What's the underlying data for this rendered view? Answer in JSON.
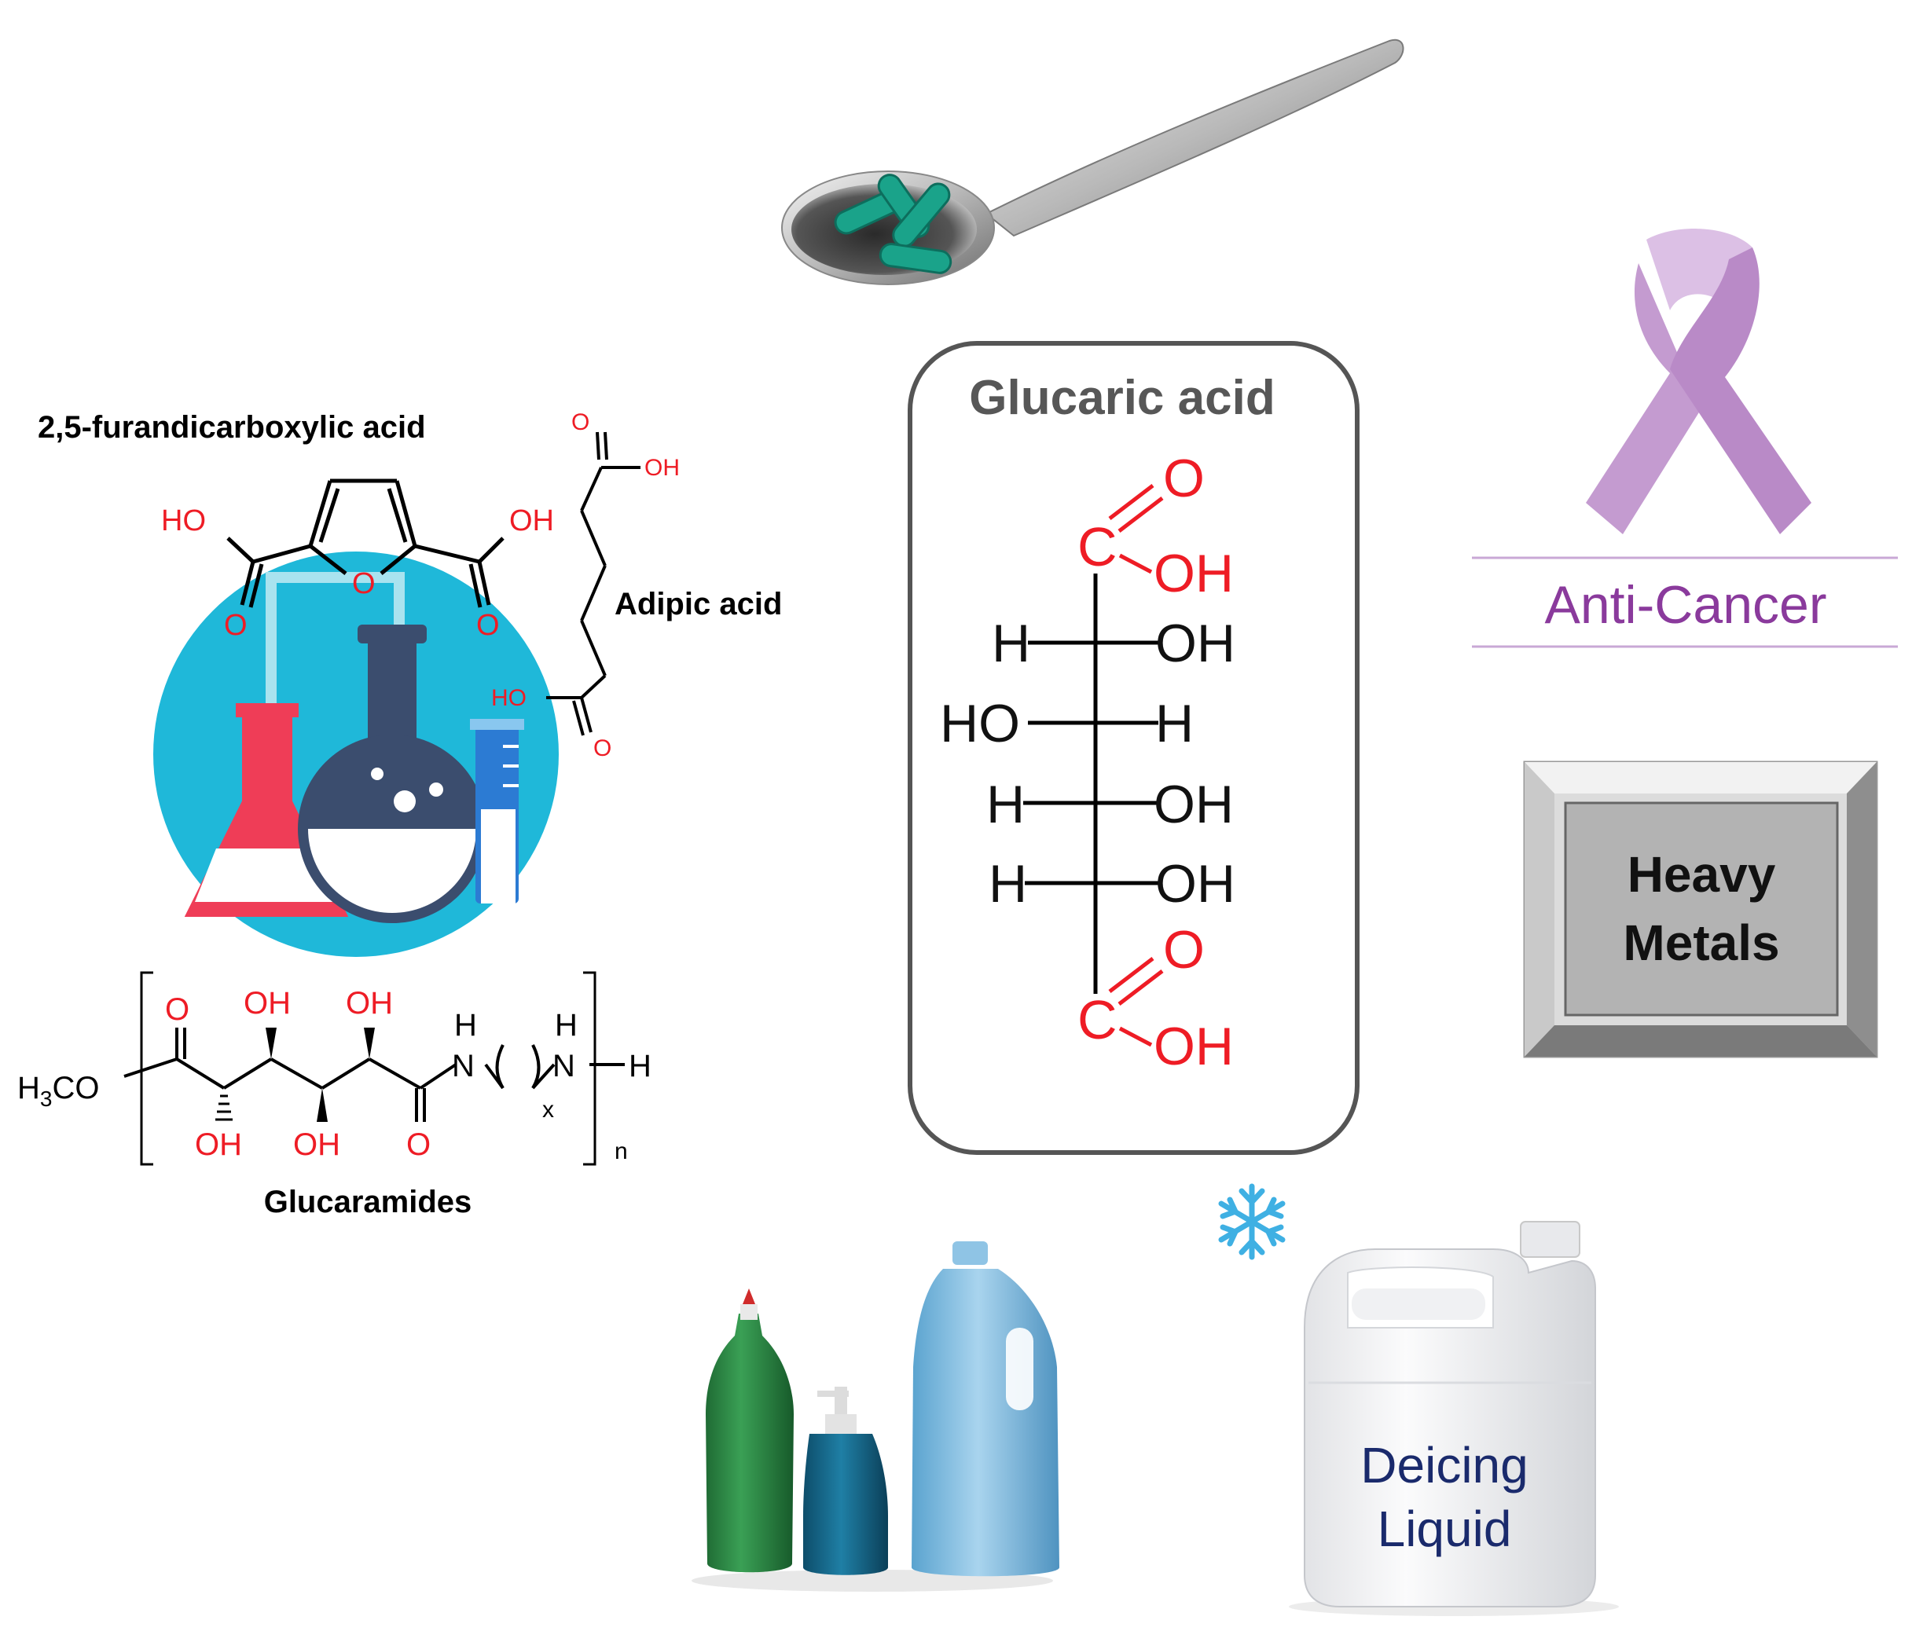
{
  "center": {
    "title": "Glucaric acid",
    "carbon_top": "C",
    "carbon_bottom": "C",
    "oxygen_top": "O",
    "oxygen_bottom": "O",
    "oh_top": "OH",
    "oh_bottom": "OH",
    "rows": [
      {
        "left": "H",
        "right": "OH"
      },
      {
        "left": "HO",
        "right": "H"
      },
      {
        "left": "H",
        "right": "OH"
      },
      {
        "left": "H",
        "right": "OH"
      }
    ]
  },
  "left_panel": {
    "fdca_label": "2,5-furandicarboxylic acid",
    "adipic_label": "Adipic acid",
    "glucaramides_label": "Glucaramides",
    "atoms": {
      "fdca_ho": "HO",
      "fdca_oh": "OH",
      "fdca_o_left": "O",
      "fdca_o_right": "O",
      "fdca_ring_o": "O",
      "adipic_o_top": "O",
      "adipic_oh": "OH",
      "adipic_ho": "HO",
      "adipic_o_bottom": "O",
      "h3co": "H3CO",
      "g_o1": "O",
      "g_oh1": "OH",
      "g_oh2": "OH",
      "g_oh3": "OH",
      "g_oh4": "OH",
      "g_o2": "O",
      "g_n1": "N",
      "g_h1": "H",
      "g_n2": "N",
      "g_h2": "H",
      "g_h3": "H",
      "g_x": "x",
      "g_n": "n"
    }
  },
  "right_panel": {
    "anti_cancer": "Anti-Cancer",
    "heavy_metals_line1": "Heavy",
    "heavy_metals_line2": "Metals"
  },
  "bottom": {
    "deicing_line1": "Deicing",
    "deicing_line2": "Liquid"
  },
  "colors": {
    "formula_red": "#ee1c25",
    "anti_cancer_purple": "#8a3a9c",
    "ribbon": "#c9a1d6",
    "deicing_navy": "#1a2a6c",
    "flask_circle": "#1fb8d9"
  },
  "icons": [
    "spoon-with-capsules-icon",
    "awareness-ribbon-icon",
    "lab-flasks-icon",
    "snowflake-icon",
    "detergent-bottles-icon",
    "deicing-jug-icon"
  ]
}
